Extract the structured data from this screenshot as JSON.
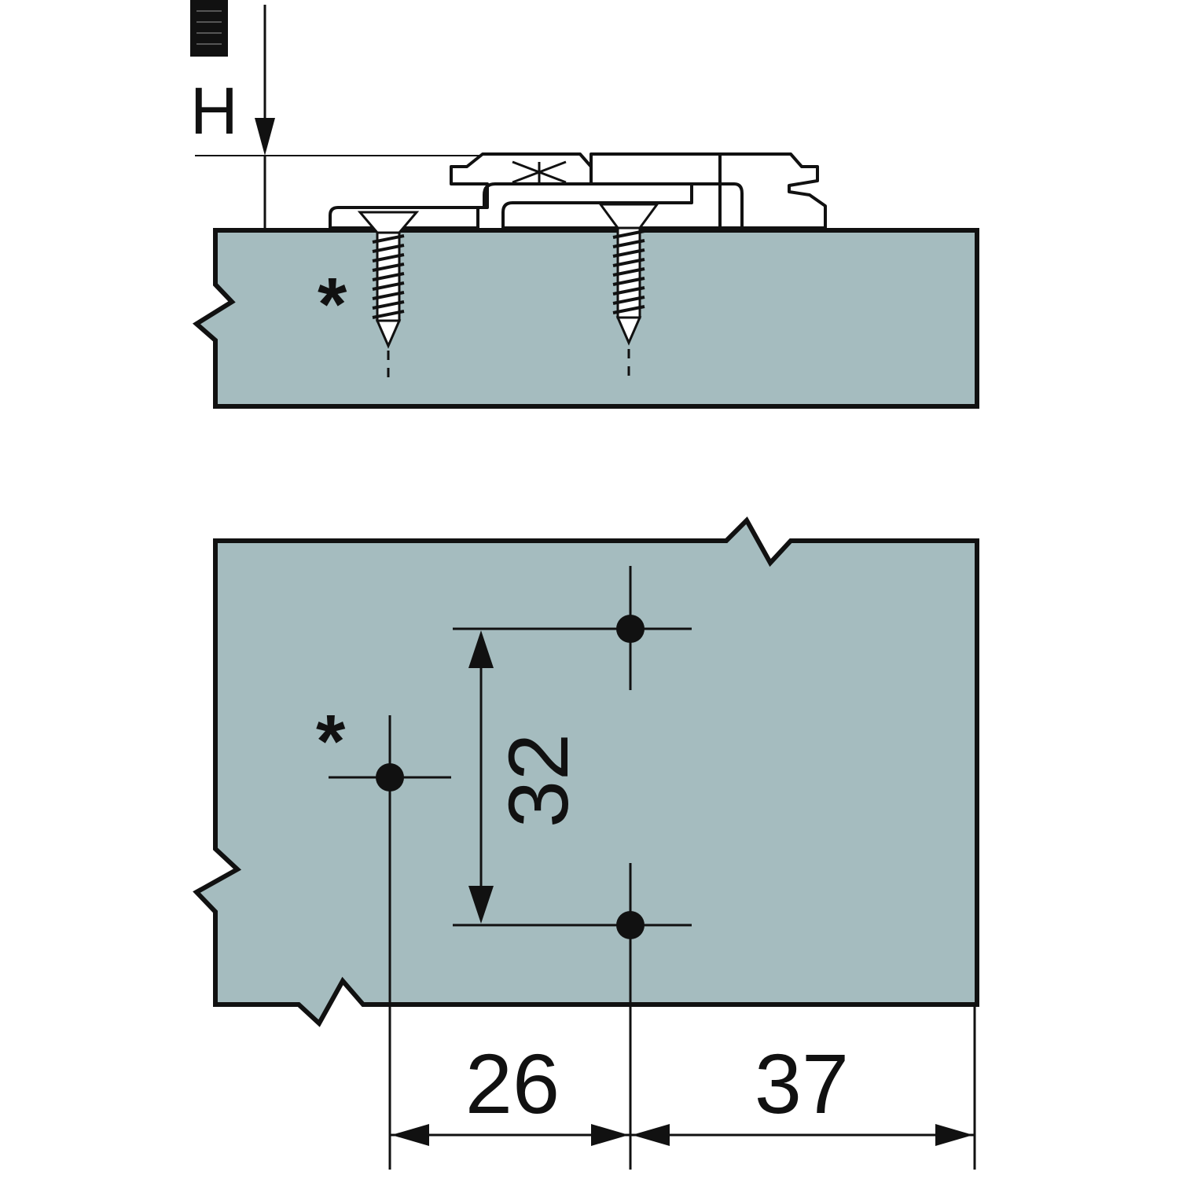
{
  "labels": {
    "height": "H",
    "asterisk_side": "*",
    "asterisk_top": "*",
    "vertical_spacing": "32",
    "left_spacing": "26",
    "right_spacing": "37"
  },
  "colors": {
    "panel_fill": "#a5bcbf",
    "outline": "#111111",
    "background": "#ffffff"
  },
  "icons": {
    "marker": "stacked-block-icon",
    "screw": "countersunk-screw-icon",
    "hole": "drill-hole-icon"
  }
}
